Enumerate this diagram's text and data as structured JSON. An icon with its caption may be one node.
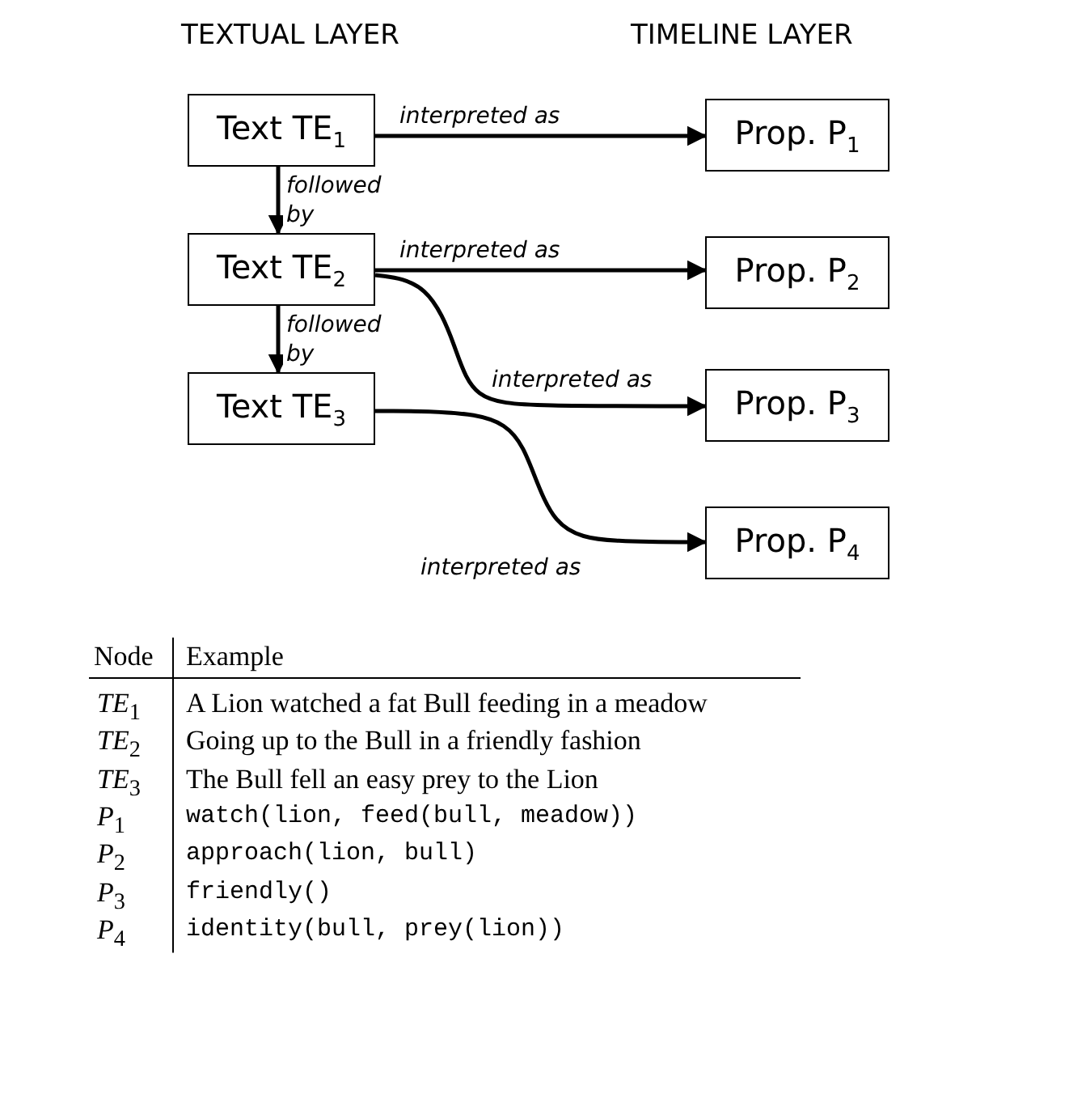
{
  "diagram": {
    "nodes": [
      {
        "text": [
          "Text TE$_{1}$"
        ]
      },
      {
        "text": [
          "Prop. P$_{1}$"
        ]
      },
      {
        "text": [
          "Text TE$_{2}$"
        ]
      },
      {
        "text": [
          "Prop. P$_{2}$"
        ]
      },
      {
        "text": [
          "Prop. P$_{3}$"
        ]
      },
      {
        "text": [
          "Text TE$_{3}$"
        ]
      },
      {
        "text": [
          "Prop. P$_{4}$"
        ]
      }
    ],
    "edges": [
      {
        "from": 0,
        "to": 1,
        "arrow": "to",
        "label": "interpreted as"
      },
      {
        "from": 0,
        "to": 2,
        "arrow": "to",
        "label": "followed by"
      },
      {
        "from": 2,
        "to": 3,
        "arrow": "to",
        "label": "interpreted as"
      },
      {
        "from": 2,
        "to": 4,
        "arrow": "to",
        "label": "interpreted as"
      },
      {
        "from": 2,
        "to": 5,
        "arrow": "to",
        "label": "followed by"
      },
      {
        "from": 5,
        "to": 6,
        "arrow": "to",
        "label": "interpreted as"
      }
    ],
    "labels": [
      "TEXTUAL LAYER",
      "TIMELINE LAYER",
      "Node",
      "Example",
      "*TE*$_{1}$",
      "A Lion watched a fat Bull feeding in a meadow",
      "*TE*$_{2}$",
      "Going up to the Bull in a friendly fashion",
      "*TE*$_{3}$",
      "The Bull fell an easy prey to the Lion",
      "*P*$_{1}$",
      "watch(lion, feed(bull, meadow))",
      "*P*$_{2}$",
      "approach(lion, bull)",
      "*P*$_{3}$",
      "friendly()",
      "*P*$_{4}$",
      "identity(bull, prey(lion))"
    ]
  }
}
